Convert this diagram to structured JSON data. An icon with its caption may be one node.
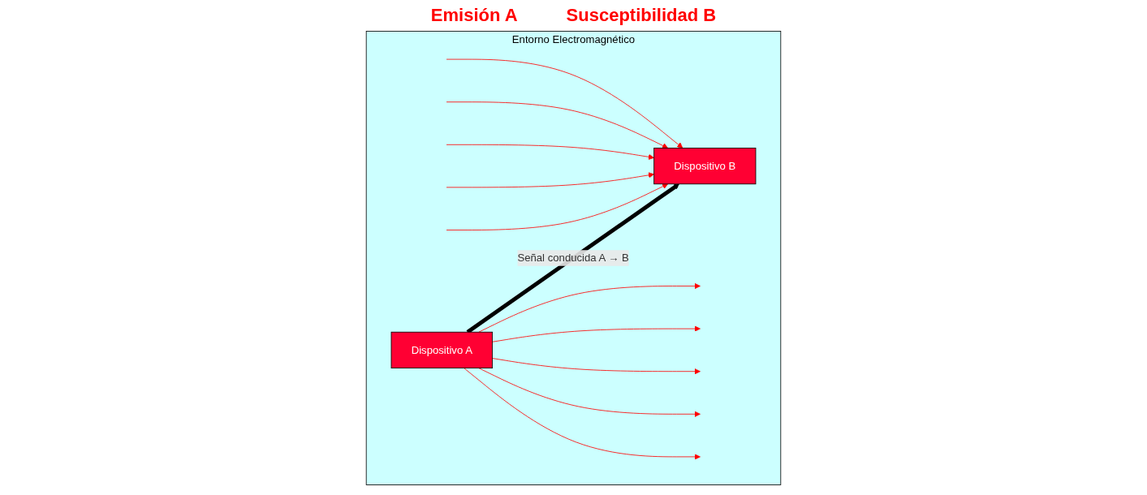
{
  "diagram": {
    "nodes": [
      {
        "text": [
          "Entorno Electromagnético"
        ]
      },
      {
        "text": [
          "Dispositivo A"
        ],
        "in": 0
      },
      {
        "text": [
          "Dispositivo B"
        ],
        "in": 0
      }
    ],
    "edges": [
      {
        "from": 1,
        "to": 2,
        "arrow": "to",
        "label": "Señal conducida A → B",
        "style": "thick",
        "color": "#000000"
      },
      {
        "from": 1,
        "to": null,
        "arrow": "to",
        "color": "#ff0000"
      },
      {
        "from": 1,
        "to": null,
        "arrow": "to",
        "color": "#ff0000"
      },
      {
        "from": 1,
        "to": null,
        "arrow": "to",
        "color": "#ff0000"
      },
      {
        "from": 1,
        "to": null,
        "arrow": "to",
        "color": "#ff0000"
      },
      {
        "from": 1,
        "to": null,
        "arrow": "to",
        "color": "#ff0000"
      },
      {
        "from": null,
        "to": 2,
        "arrow": "to",
        "color": "#ff0000"
      },
      {
        "from": null,
        "to": 2,
        "arrow": "to",
        "color": "#ff0000"
      },
      {
        "from": null,
        "to": 2,
        "arrow": "to",
        "color": "#ff0000"
      },
      {
        "from": null,
        "to": 2,
        "arrow": "to",
        "color": "#ff0000"
      },
      {
        "from": null,
        "to": 2,
        "arrow": "to",
        "color": "#ff0000"
      }
    ],
    "labels": [
      "Emisión A",
      "Susceptibilidad B"
    ]
  }
}
